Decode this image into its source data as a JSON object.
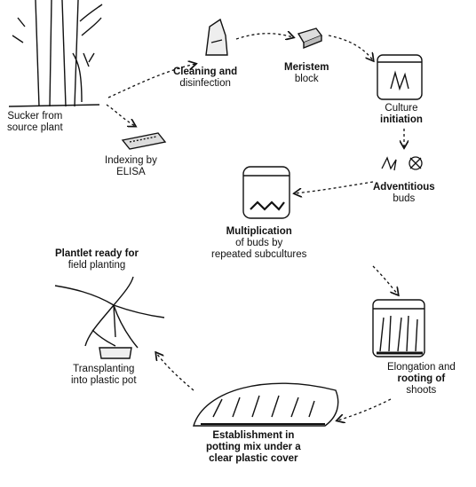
{
  "labels": {
    "sucker": [
      "Sucker from",
      "source plant"
    ],
    "indexing": [
      "Indexing by",
      "ELISA"
    ],
    "cleaning": [
      "Cleaning and",
      "disinfection"
    ],
    "meristem": [
      "Meristem",
      "block"
    ],
    "culture": [
      "Culture",
      "initiation"
    ],
    "adventitious": [
      "Adventitious",
      "buds"
    ],
    "multiplication": [
      "Multiplication",
      "of buds by",
      "repeated subcultures"
    ],
    "plantlet": [
      "Plantlet ready for",
      "field planting"
    ],
    "elongation": [
      "Elongation and",
      "rooting of",
      "shoots"
    ],
    "transplanting": [
      "Transplanting",
      "into plastic pot"
    ],
    "establishment": [
      "Establishment in",
      "potting mix under a",
      "clear plastic cover"
    ]
  }
}
